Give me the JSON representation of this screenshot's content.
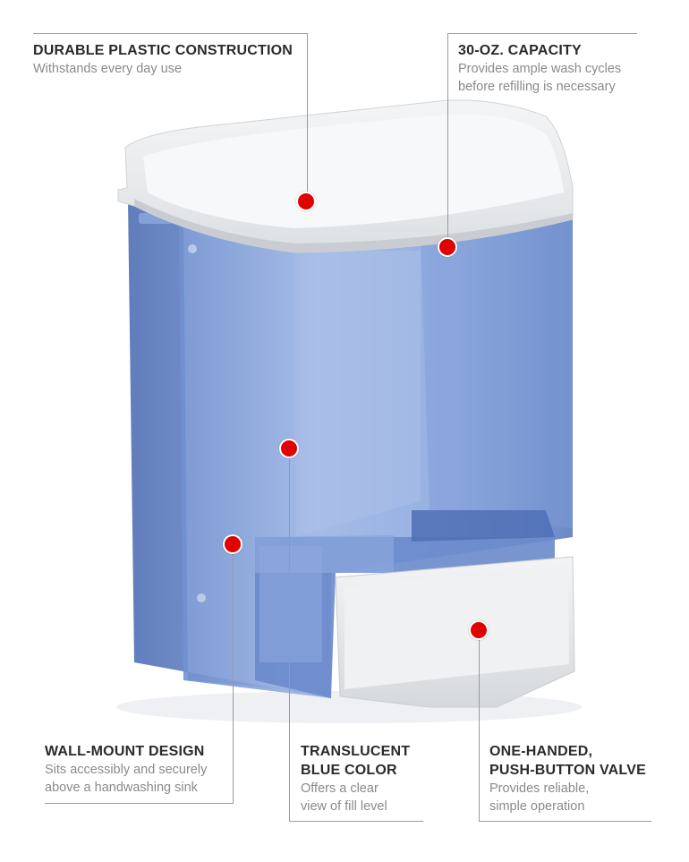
{
  "callouts": {
    "durable": {
      "title": "DURABLE PLASTIC CONSTRUCTION",
      "desc": "Withstands every day use"
    },
    "capacity": {
      "title": "30-OZ. CAPACITY",
      "desc_line1": "Provides ample wash cycles",
      "desc_line2": "before refilling is necessary"
    },
    "wall_mount": {
      "title": "WALL-MOUNT DESIGN",
      "desc_line1": "Sits accessibly and securely",
      "desc_line2": "above a handwashing sink"
    },
    "translucent": {
      "title_line1": "TRANSLUCENT",
      "title_line2": "BLUE COLOR",
      "desc_line1": "Offers a clear",
      "desc_line2": "view of fill level"
    },
    "valve": {
      "title_line1": "ONE-HANDED,",
      "title_line2": "PUSH-BUTTON VALVE",
      "desc_line1": "Provides reliable,",
      "desc_line2": "simple operation"
    }
  },
  "colors": {
    "marker": "#e00000",
    "body_blue": "#7f9ed6",
    "lid_white": "#eceef0"
  }
}
